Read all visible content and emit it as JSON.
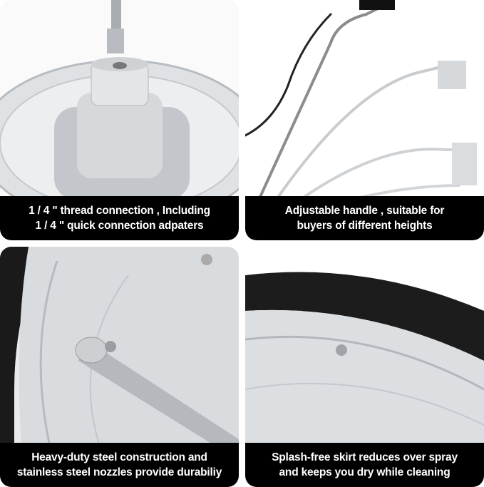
{
  "panels": [
    {
      "caption": [
        "1 / 4 \" thread connection , Including",
        "1 / 4 \" quick connection adpaters"
      ]
    },
    {
      "caption": [
        "Adjustable handle , suitable for",
        "buyers of different heights"
      ]
    },
    {
      "caption": [
        "Heavy-duty steel construction and",
        "stainless steel nozzles provide durabiliy"
      ]
    },
    {
      "caption": [
        "Splash-free skirt reduces over spray",
        "and keeps you dry while cleaning"
      ]
    }
  ],
  "colors": {
    "caption_bg": "#000000",
    "caption_text": "#ffffff",
    "metal": "#c8ccd0"
  }
}
